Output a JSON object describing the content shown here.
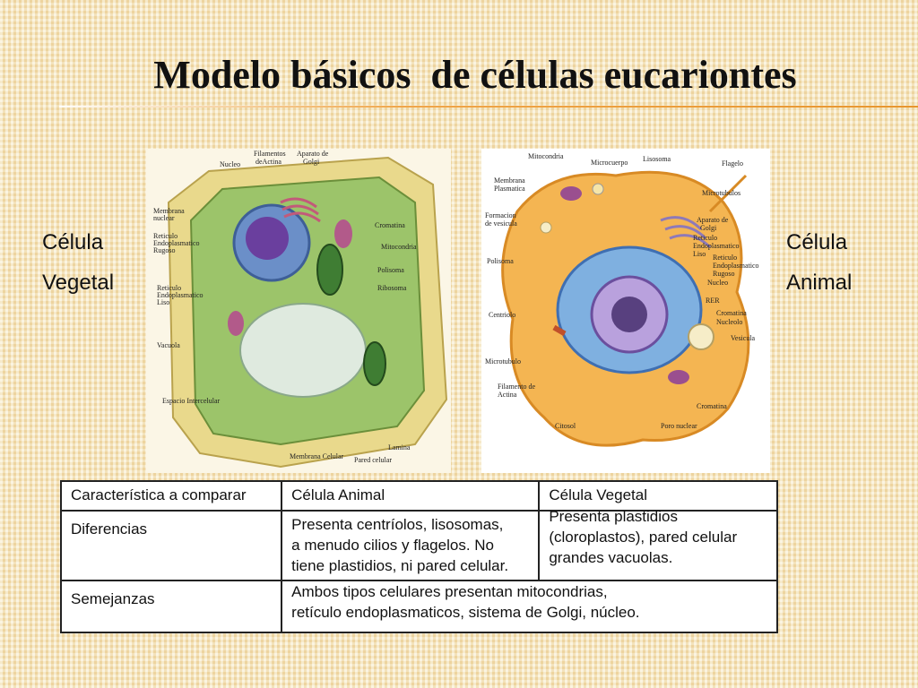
{
  "slide": {
    "title": "Modelo básicos  de células eucariontes",
    "left_label": [
      "Célula",
      "Vegetal"
    ],
    "right_label": [
      "Célula",
      "Animal"
    ]
  },
  "plant_cell": {
    "labels": {
      "nucleo": "Nucleo",
      "filamentos1": "Filamentos",
      "filamentos2": "deActina",
      "golgi1": "Aparato de",
      "golgi2": "Golgi",
      "membrana_nuclear1": "Membrana",
      "membrana_nuclear2": "nuclear",
      "rer1": "Reticulo",
      "rer2": "Endoplasmatico",
      "rer3": "Rugoso",
      "cromatina": "Cromatina",
      "mitocondria": "Mitocondria",
      "polisoma": "Polisoma",
      "ribosoma": "Ribosoma",
      "rel1": "Reticulo",
      "rel2": "Endoplasmatico",
      "rel3": "Liso",
      "vacuola": "Vacuola",
      "espacio": "Espacio Intercelular",
      "lamina": "Lamina",
      "membrana_celular": "Membrana Celular",
      "pared_celular": "Pared celular"
    }
  },
  "animal_cell": {
    "labels": {
      "mitocondria": "Mitocondria",
      "microcuerpo": "Microcuerpo",
      "lisosoma": "Lisosoma",
      "flagelo": "Flagelo",
      "membrana1": "Membrana",
      "membrana2": "Plasmatica",
      "microtubulos": "Microtubulos",
      "formacion1": "Formacion",
      "formacion2": "de vesicula",
      "golgi1": "Aparato de",
      "golgi2": "Golgi",
      "rel1": "Reticulo",
      "rel2": "Endoplasmatico",
      "rel3": "Liso",
      "polisoma": "Polisoma",
      "rer1": "Reticulo",
      "rer2": "Endoplasmatico",
      "rer3": "Rugoso",
      "nucleo": "Nucleo",
      "rer": "RER",
      "cromatina": "Cromatina",
      "nucleolo": "Nucleolo",
      "centriolo": "Centriolo",
      "vesicula": "Vesicula",
      "microtubulo": "Microtubulo",
      "filamento1": "Filamento de",
      "filamento2": "Actina",
      "cromatina2": "Cromatina",
      "citosol": "Citosol",
      "poro": "Poro nuclear"
    }
  },
  "table": {
    "headers": [
      "Característica a comparar",
      "Célula Animal",
      "Célula Vegetal"
    ],
    "rows": [
      {
        "label": "Diferencias",
        "animal": [
          "Presenta centríolos, lisosomas,",
          "a menudo cilios y flagelos. No",
          "tiene plastidios, ni pared celular."
        ],
        "vegetal": [
          "Presenta plastidios",
          "(cloroplastos), pared celular",
          "grandes vacuolas."
        ]
      },
      {
        "label": "Semejanzas",
        "both": [
          "Ambos tipos celulares presentan mitocondrias,",
          "retículo endoplasmaticos, sistema de Golgi, núcleo."
        ]
      }
    ]
  }
}
